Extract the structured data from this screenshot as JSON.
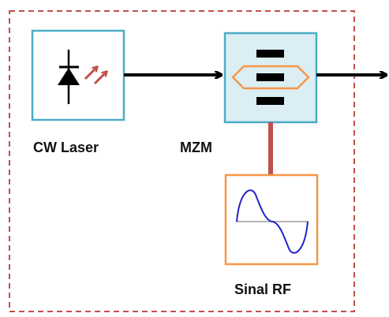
{
  "blocks": {
    "laser": {
      "label": "CW Laser",
      "icon": "laser-diode-icon"
    },
    "mzm": {
      "label": "MZM",
      "icon": "mach-zehnder-modulator-icon"
    },
    "rf": {
      "label": "Sinal RF",
      "icon": "sine-wave-icon"
    }
  },
  "colors": {
    "boundary": "#c0504d",
    "laser_border": "#4bacc6",
    "mzm_border": "#4bacc6",
    "mzm_fill": "#daeef3",
    "rf_border": "#f79646",
    "rf_link": "#c0504d",
    "waveguide": "#f79646",
    "sine": "#2222cc",
    "arrow": "#000000",
    "photon": "#c0504d"
  }
}
